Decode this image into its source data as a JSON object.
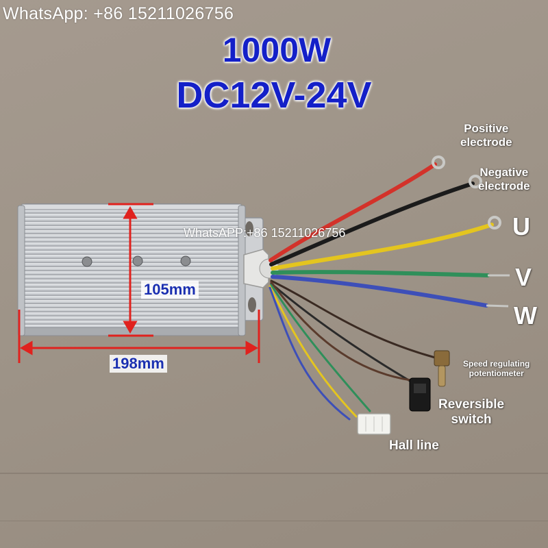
{
  "watermark": {
    "top": "WhatsApp: +86 15211026756",
    "middle": "WhatsAPP:+86 15211026756"
  },
  "specs": {
    "power": "1000W",
    "voltage": "DC12V-24V"
  },
  "dimensions": {
    "height": "105mm",
    "width": "198mm"
  },
  "labels": {
    "positive": "Positive\nelectrode",
    "negative": "Negative\nelectrode",
    "phase_u": "U",
    "phase_v": "V",
    "phase_w": "W",
    "speed": "Speed regulating\npotentiometer",
    "reversible": "Reversible\nswitch",
    "hall": "Hall line"
  },
  "colors": {
    "title": "#1420c8",
    "dimension_line": "#e0221e",
    "dimension_text": "#1a2fb0",
    "wire_red": "#d3322a",
    "wire_black": "#1b1b1b",
    "wire_yellow": "#e4c51f",
    "wire_green": "#2f8f5a",
    "wire_blue": "#3d4fb8"
  }
}
